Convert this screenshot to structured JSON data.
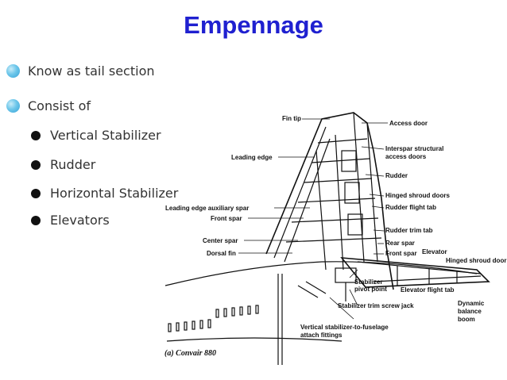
{
  "slide": {
    "title": "Empennage",
    "bullets": [
      {
        "text": "Know as tail section"
      },
      {
        "text": "Consist of"
      }
    ],
    "sub_bullets": [
      {
        "text": "Vertical Stabilizer"
      },
      {
        "text": "Rudder"
      },
      {
        "text": "Horizontal Stabilizer"
      },
      {
        "text": "Elevators"
      }
    ]
  },
  "diagram": {
    "labels": {
      "fin_tip": "Fin tip",
      "access_door": "Access door",
      "interspar_1": "Interspar structural",
      "interspar_2": "access doors",
      "leading_edge": "Leading edge",
      "rudder": "Rudder",
      "hinged_shroud_doors": "Hinged shroud doors",
      "leading_edge_aux_spar": "Leading edge auxiliary spar",
      "rudder_flight_tab": "Rudder flight tab",
      "front_spar_left": "Front spar",
      "rudder_trim_tab": "Rudder trim tab",
      "center_spar": "Center spar",
      "rear_spar": "Rear spar",
      "dorsal_fin": "Dorsal fin",
      "front_spar_right": "Front spar",
      "elevator": "Elevator",
      "hinged_shroud_door": "Hinged shroud door",
      "stabilizer_pivot_1": "Stabilizer",
      "stabilizer_pivot_2": "pivot point",
      "elevator_flight_tab": "Elevator flight tab",
      "trim_screw_jack": "Stabilizer trim screw jack",
      "dynamic_1": "Dynamic",
      "dynamic_2": "balance",
      "dynamic_3": "boom",
      "attach_1": "Vertical stabilizer-to-fuselage",
      "attach_2": "attach fittings",
      "caption": "(a)  Convair 880"
    }
  }
}
